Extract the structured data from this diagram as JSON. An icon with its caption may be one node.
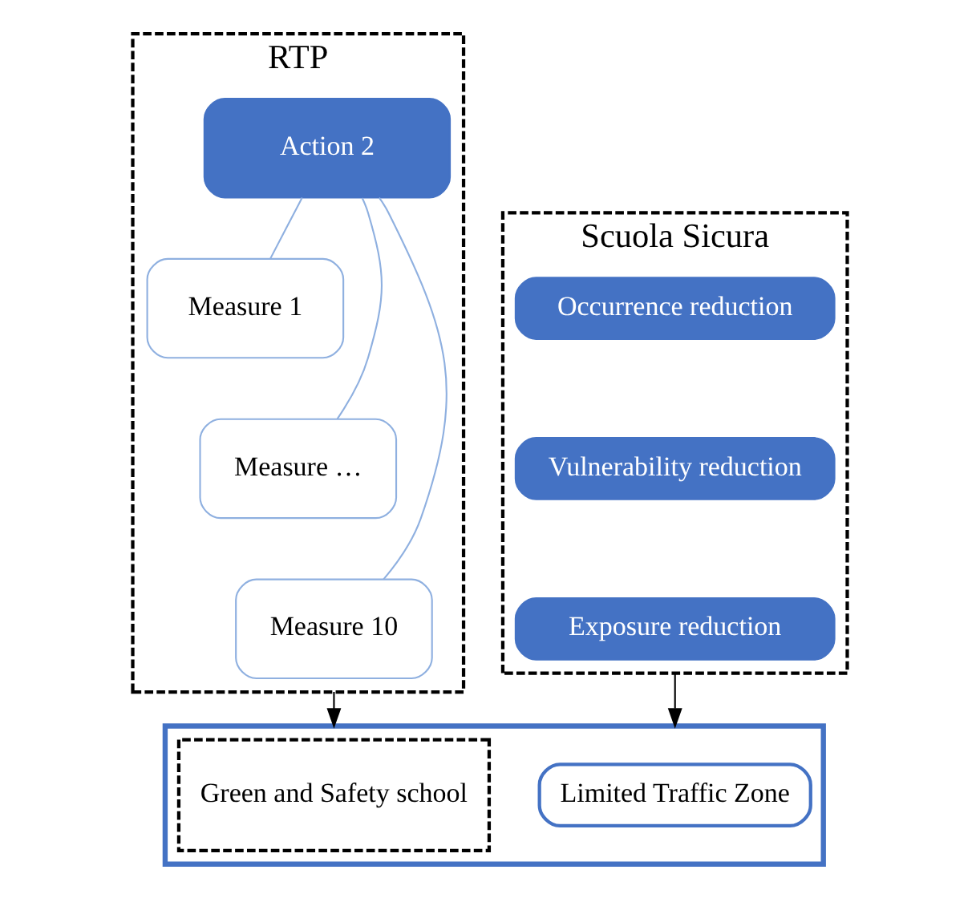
{
  "diagram": {
    "nodes": [
      {
        "text": [
          "RTP"
        ]
      },
      {
        "text": [
          "Action 2"
        ],
        "in": 0
      },
      {
        "text": [
          "Measure 1"
        ],
        "in": 0
      },
      {
        "text": [
          "Measure …"
        ],
        "in": 0
      },
      {
        "text": [
          "Measure 10"
        ],
        "in": 0
      },
      {
        "text": [
          "Scuola Sicura"
        ]
      },
      {
        "text": [
          "Occurrence reduction"
        ],
        "in": 5
      },
      {
        "text": [
          "Vulnerability reduction"
        ],
        "in": 5
      },
      {
        "text": [
          "Exposure reduction"
        ],
        "in": 5
      },
      {
        "text": [],
        "shape": "box"
      },
      {
        "text": [
          "Green and Safety school"
        ],
        "in": 9
      },
      {
        "text": [
          "Limited Traffic Zone"
        ],
        "in": 9
      }
    ],
    "edges": [
      {
        "from": 1,
        "to": 2,
        "arrow": "none"
      },
      {
        "from": 1,
        "to": 3,
        "arrow": "none"
      },
      {
        "from": 1,
        "to": 4,
        "arrow": "none"
      },
      {
        "from": 0,
        "to": 9,
        "arrow": "to",
        "color": "#000000"
      },
      {
        "from": 5,
        "to": 9,
        "arrow": "to",
        "color": "#000000"
      }
    ]
  }
}
